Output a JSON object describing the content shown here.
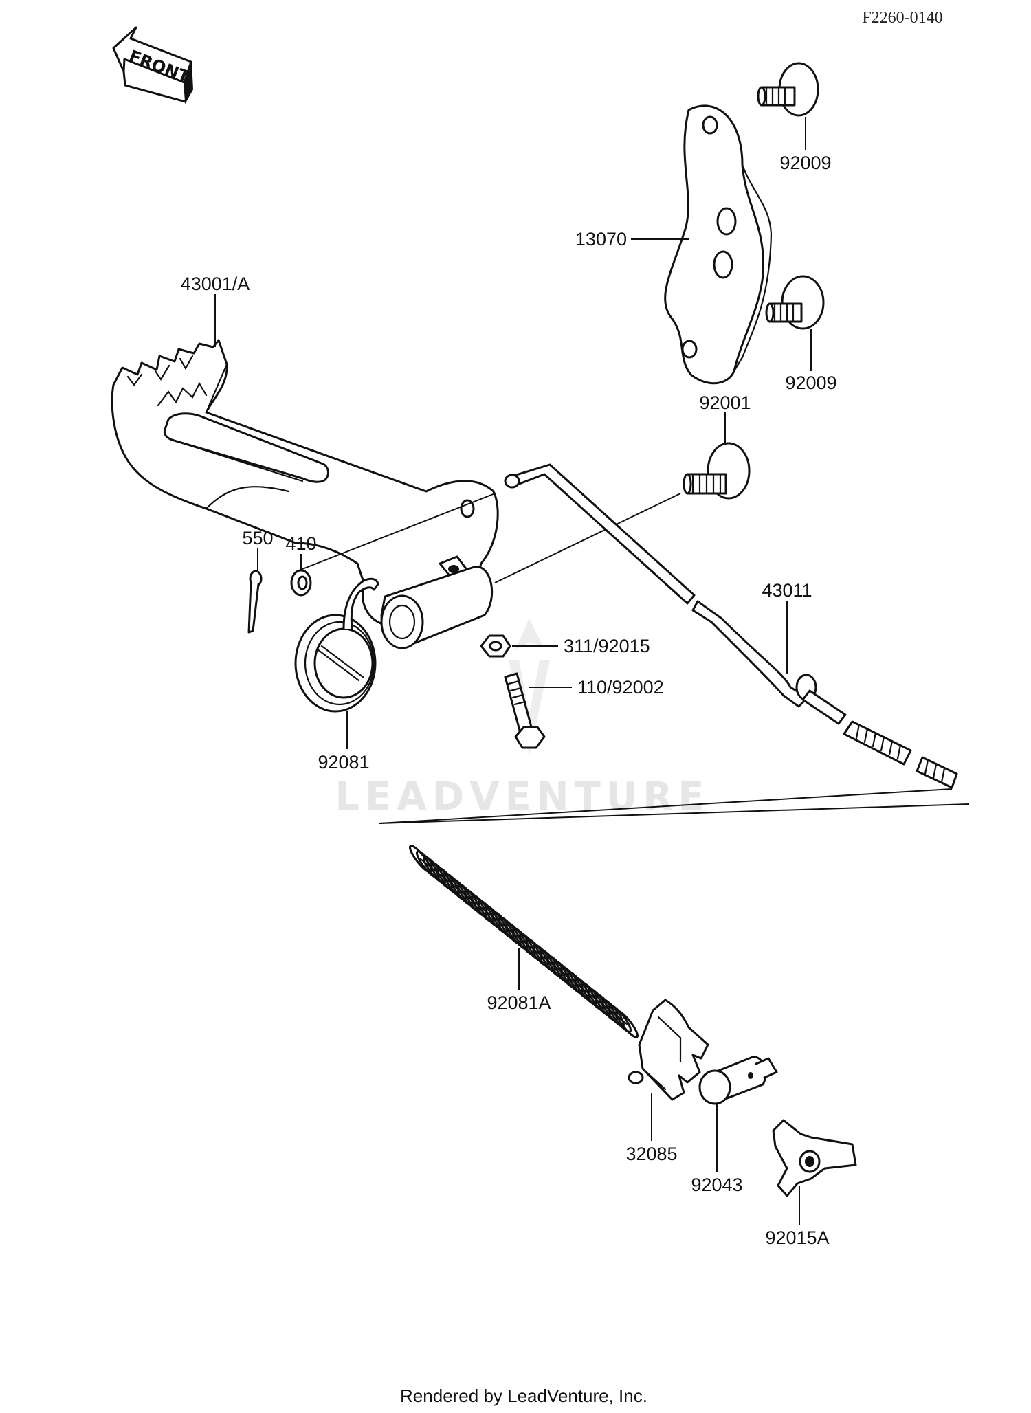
{
  "ref_code": "F2260-0140",
  "front_arrow": "FRONT",
  "watermark": "LEADVENTURE",
  "footer": "Rendered by LeadVenture, Inc.",
  "labels": {
    "p92009_top": "92009",
    "p13070": "13070",
    "p92009_bottom": "92009",
    "p43001a": "43001/A",
    "p92001": "92001",
    "p550": "550",
    "p410": "410",
    "p43011": "43011",
    "p311_92015": "311/92015",
    "p110_92002": "110/92002",
    "p92081": "92081",
    "p92081a": "92081A",
    "p32085": "32085",
    "p92043": "92043",
    "p92015a": "92015A"
  }
}
